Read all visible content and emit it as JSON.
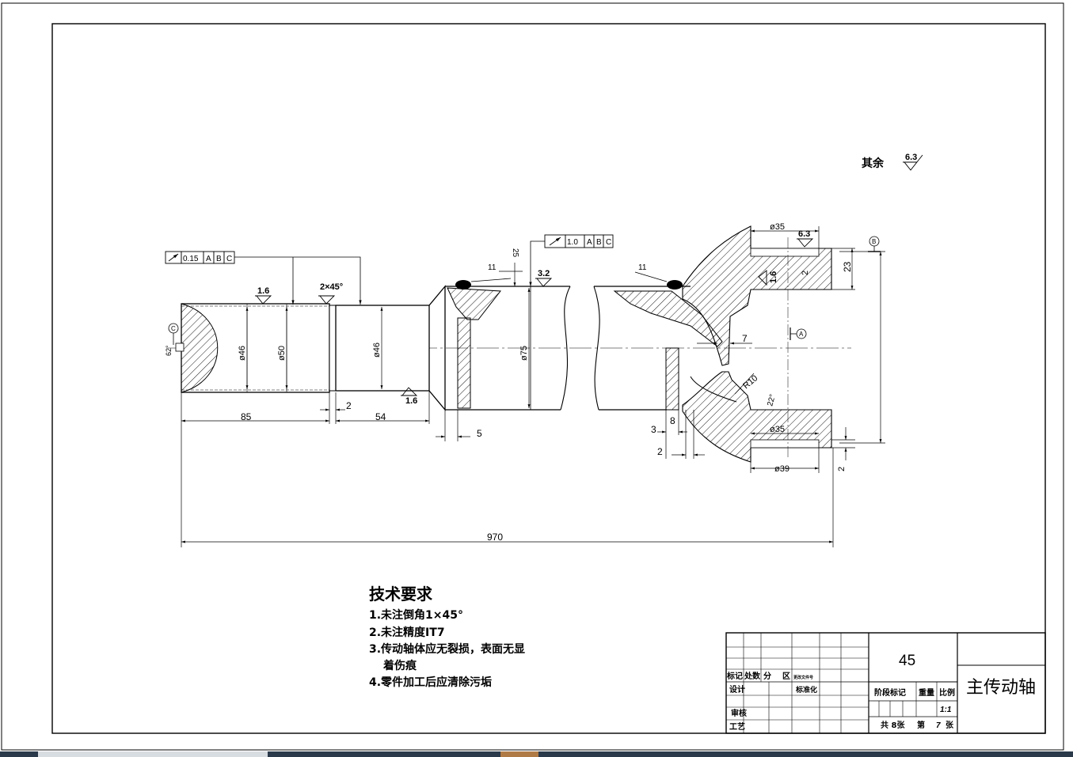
{
  "drawing": {
    "surface_finish_note_label": "其余",
    "surface_finish_note_value": "6.3",
    "dimensions": {
      "d85": "85",
      "d2a": "2",
      "d54": "54",
      "d5": "5",
      "d3": "3",
      "d2b": "2",
      "d8": "8",
      "d7": "7",
      "d970": "970",
      "d23": "23",
      "d2c": "2",
      "d2d": "2",
      "r10": "R10",
      "a22": "22°",
      "a62": "62°",
      "phi46a": "ø46",
      "phi50": "ø50",
      "phi46b": "ø46",
      "phi75": "ø75",
      "phi35a": "ø35",
      "phi35b": "ø35",
      "phi39": "ø39",
      "chamfer": "2×45°",
      "weld_11a": "11",
      "weld_11b": "11",
      "d25": "25"
    },
    "roughness": {
      "r16a": "1.6",
      "r16b": "1.6",
      "r16c": "1.6",
      "r32": "3.2",
      "r63": "6.3"
    },
    "datums": {
      "a": "A",
      "b": "B",
      "c": "C"
    },
    "gdt": [
      {
        "tolerance": "0.15",
        "refs": [
          "A",
          "B",
          "C"
        ]
      },
      {
        "tolerance": "1.0",
        "refs": [
          "A",
          "B",
          "C"
        ]
      }
    ]
  },
  "requirements": {
    "title": "技术要求",
    "items": [
      "1.未注倒角1×45°",
      "2.未注精度IT7",
      "3.传动轴体应无裂损，表面无显",
      "着伤痕",
      "4.零件加工后应清除污垢"
    ]
  },
  "title_block": {
    "material": "45",
    "part_name": "主传动轴",
    "row_labels": [
      "标记",
      "处数",
      "分",
      "区",
      "更改文件号"
    ],
    "design": "设计",
    "standardize": "标准化",
    "review": "审核",
    "process": "工艺",
    "stage_mark": "阶段标记",
    "weight": "重量",
    "scale_label": "比例",
    "scale": "1:1",
    "total_sheets": "共 8张",
    "sheet_label": "第",
    "sheet_no": "7",
    "sheet_unit": "张"
  }
}
